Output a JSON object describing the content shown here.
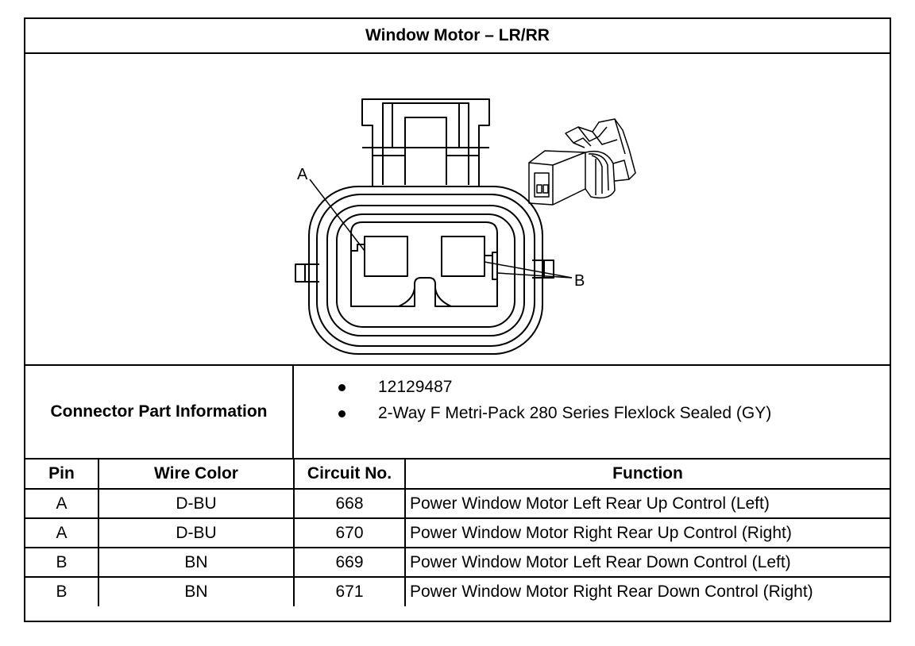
{
  "title": "Window Motor – LR/RR",
  "diagram": {
    "label_a": "A",
    "label_b": "B"
  },
  "connector_info": {
    "label": "Connector Part Information",
    "items": [
      "12129487",
      "2-Way F Metri-Pack 280 Series Flexlock Sealed (GY)"
    ]
  },
  "pin_table": {
    "headers": {
      "pin": "Pin",
      "wire_color": "Wire Color",
      "circuit": "Circuit No.",
      "function": "Function"
    },
    "rows": [
      {
        "pin": "A",
        "wire_color": "D-BU",
        "circuit": "668",
        "function": "Power Window Motor Left Rear Up Control (Left)"
      },
      {
        "pin": "A",
        "wire_color": "D-BU",
        "circuit": "670",
        "function": "Power Window Motor Right Rear Up Control (Right)"
      },
      {
        "pin": "B",
        "wire_color": "BN",
        "circuit": "669",
        "function": "Power Window Motor Left Rear Down Control (Left)"
      },
      {
        "pin": "B",
        "wire_color": "BN",
        "circuit": "671",
        "function": "Power Window Motor Right Rear Down Control (Right)"
      }
    ]
  }
}
